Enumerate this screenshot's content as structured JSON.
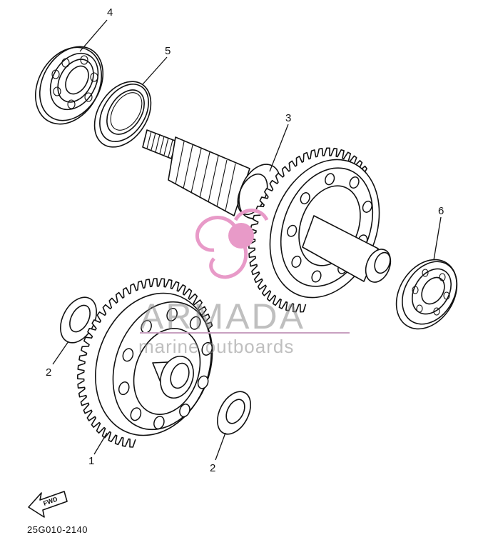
{
  "callouts": {
    "c1": "1",
    "c2a": "2",
    "c2b": "2",
    "c3": "3",
    "c4": "4",
    "c5": "5",
    "c6": "6"
  },
  "fwd_arrow": {
    "label": "FWD"
  },
  "drawing_code": "25G010-2140",
  "watermark": {
    "brand": "ARMADA",
    "tagline": "marine outboards",
    "logo_color": "#e89ac8",
    "line_color": "#c8a0c0"
  }
}
